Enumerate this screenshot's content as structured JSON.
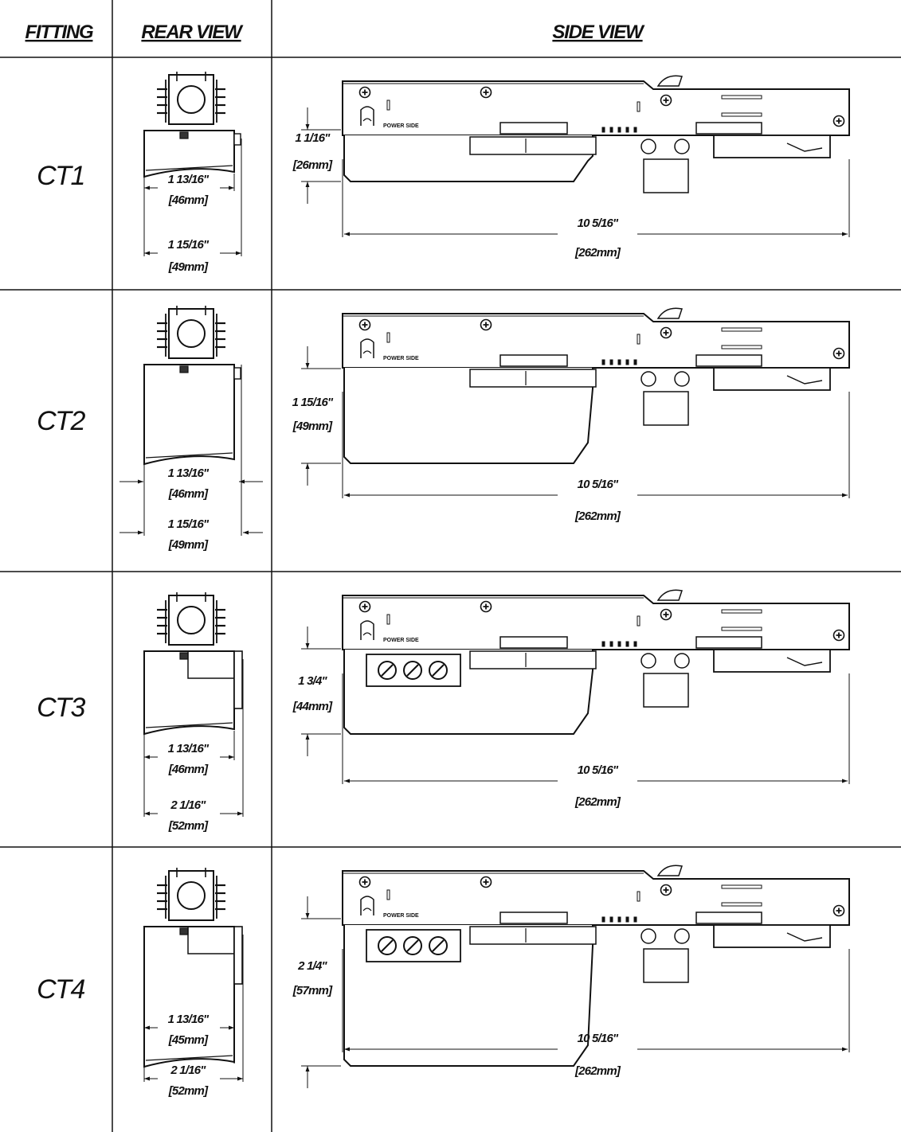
{
  "headers": {
    "fitting": "FITTING",
    "rear_view": "REAR VIEW",
    "side_view": "SIDE VIEW"
  },
  "power_side_label": "POWER SIDE",
  "rows": [
    {
      "fitting": "CT1",
      "rear_inner_in": "1 13/16\"",
      "rear_inner_mm": "[46mm]",
      "rear_outer_in": "1 15/16\"",
      "rear_outer_mm": "[49mm]",
      "height_in": "1 1/16\"",
      "height_mm": "[26mm]",
      "length_in": "10 5/16\"",
      "length_mm": "[262mm]"
    },
    {
      "fitting": "CT2",
      "rear_inner_in": "1 13/16\"",
      "rear_inner_mm": "[46mm]",
      "rear_outer_in": "1 15/16\"",
      "rear_outer_mm": "[49mm]",
      "height_in": "1 15/16\"",
      "height_mm": "[49mm]",
      "length_in": "10 5/16\"",
      "length_mm": "[262mm]"
    },
    {
      "fitting": "CT3",
      "rear_inner_in": "1 13/16\"",
      "rear_inner_mm": "[46mm]",
      "rear_outer_in": "2 1/16\"",
      "rear_outer_mm": "[52mm]",
      "height_in": "1 3/4\"",
      "height_mm": "[44mm]",
      "length_in": "10 5/16\"",
      "length_mm": "[262mm]"
    },
    {
      "fitting": "CT4",
      "rear_inner_in": "1 13/16\"",
      "rear_inner_mm": "[45mm]",
      "rear_outer_in": "2 1/16\"",
      "rear_outer_mm": "[52mm]",
      "height_in": "2 1/4\"",
      "height_mm": "[57mm]",
      "length_in": "10 5/16\"",
      "length_mm": "[262mm]"
    }
  ]
}
